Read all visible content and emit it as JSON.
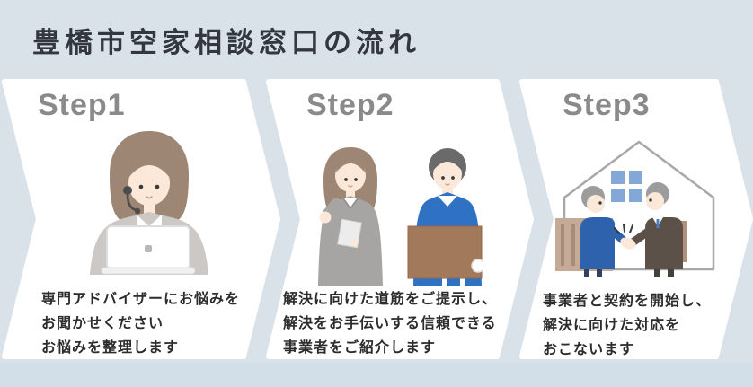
{
  "title": "豊橋市空家相談窓口の流れ",
  "palette": {
    "background": "#d9e2e9",
    "bottom_strip": "#d3dfe8",
    "panel": "#ffffff",
    "title_text": "#33383e",
    "step_label_text": "#8a8a8a",
    "body_text": "#2c2c2c",
    "accent_blue": "#2f72c4",
    "suit_blue": "#2e62ad",
    "suit_dark": "#5b5149",
    "suit_gray": "#a7a5a3",
    "jacket_light_gray": "#cbc8c5",
    "hair_brown": "#9d8673",
    "hair_gray": "#9c9c9c",
    "hair_dark_gray": "#6a6a6a",
    "skin": "#fce8d8",
    "box_brown": "#a3795b",
    "fence_tan": "#c6aa98",
    "window_blue": "#83a8d8"
  },
  "steps": [
    {
      "label": "Step1",
      "illustration": "female-advisor-with-headset-and-laptop",
      "lines": [
        "専門アドバイザーにお悩みを",
        "お聞かせください",
        "お悩みを整理します"
      ]
    },
    {
      "label": "Step2",
      "illustration": "advisor-and-contractor-with-box",
      "lines": [
        "解決に向けた道筋をご提示し、",
        "解決をお手伝いする信頼できる",
        "事業者をご紹介します"
      ]
    },
    {
      "label": "Step3",
      "illustration": "handshake-in-front-of-house",
      "lines": [
        "事業者と契約を開始し、",
        "解決に向けた対応を",
        "おこないます"
      ]
    }
  ]
}
